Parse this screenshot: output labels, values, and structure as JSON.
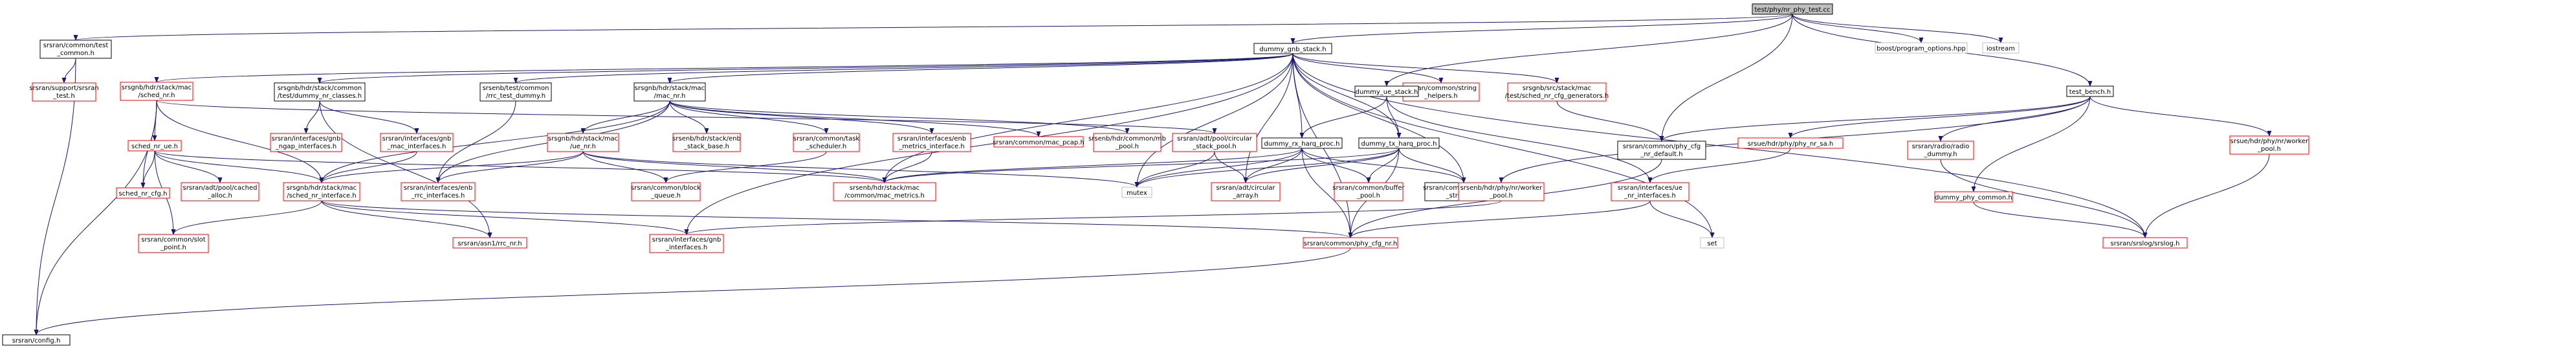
{
  "nodes": [
    {
      "id": "root",
      "lines": [
        "test/phy/nr_phy_test.cc"
      ],
      "style": "root"
    },
    {
      "id": "common_h",
      "lines": [
        "srsran/common/test",
        "_common.h"
      ],
      "style": "bk"
    },
    {
      "id": "support",
      "lines": [
        "srsran/support/srsran",
        "_test.h"
      ],
      "style": "rd"
    },
    {
      "id": "config",
      "lines": [
        "srsran/config.h"
      ],
      "style": "bk"
    },
    {
      "id": "dgnb",
      "lines": [
        "dummy_gnb_stack.h"
      ],
      "style": "bk"
    },
    {
      "id": "schednr",
      "lines": [
        "srsgnb/hdr/stack/mac",
        "/sched_nr.h"
      ],
      "style": "rd"
    },
    {
      "id": "dnrcls",
      "lines": [
        "srsgnb/hdr/stack/common",
        "/test/dummy_nr_classes.h"
      ],
      "style": "bk"
    },
    {
      "id": "rrcdummy",
      "lines": [
        "srsenb/test/common",
        "/rrc_test_dummy.h"
      ],
      "style": "bk"
    },
    {
      "id": "macnr",
      "lines": [
        "srsgnb/hdr/stack/mac",
        "/mac_nr.h"
      ],
      "style": "bk"
    },
    {
      "id": "strh",
      "lines": [
        "srsran/common/string",
        "_helpers.h"
      ],
      "style": "rd"
    },
    {
      "id": "cfggen",
      "lines": [
        "srsgnb/src/stack/mac",
        "/test/sched_nr_cfg_generators.h"
      ],
      "style": "rd"
    },
    {
      "id": "boost",
      "lines": [
        "boost/program_options.hpp"
      ],
      "style": "gy"
    },
    {
      "id": "iostream",
      "lines": [
        "iostream"
      ],
      "style": "gy"
    },
    {
      "id": "duestack",
      "lines": [
        "dummy_ue_stack.h"
      ],
      "style": "bk"
    },
    {
      "id": "testbench",
      "lines": [
        "test_bench.h"
      ],
      "style": "bk"
    },
    {
      "id": "schedue",
      "lines": [
        "sched_nr_ue.h"
      ],
      "style": "rd"
    },
    {
      "id": "ngap",
      "lines": [
        "srsran/interfaces/gnb",
        "_ngap_interfaces.h"
      ],
      "style": "rd"
    },
    {
      "id": "gnbmac",
      "lines": [
        "srsran/interfaces/gnb",
        "_mac_interfaces.h"
      ],
      "style": "rd"
    },
    {
      "id": "macue",
      "lines": [
        "srsgnb/hdr/stack/mac",
        "/ue_nr.h"
      ],
      "style": "rd"
    },
    {
      "id": "stackbase",
      "lines": [
        "srsenb/hdr/stack/enb",
        "_stack_base.h"
      ],
      "style": "rd"
    },
    {
      "id": "tasksched",
      "lines": [
        "srsran/common/task",
        "_scheduler.h"
      ],
      "style": "rd"
    },
    {
      "id": "enbmetrics",
      "lines": [
        "srsran/interfaces/enb",
        "_metrics_interface.h"
      ],
      "style": "rd"
    },
    {
      "id": "macpcap",
      "lines": [
        "srsran/common/mac_pcap.h"
      ],
      "style": "rd"
    },
    {
      "id": "mbpool",
      "lines": [
        "srsenb/hdr/common/mb",
        "_pool.h"
      ],
      "style": "rd"
    },
    {
      "id": "circpool",
      "lines": [
        "srsran/adt/pool/circular",
        "_stack_pool.h"
      ],
      "style": "rd"
    },
    {
      "id": "drxharq",
      "lines": [
        "dummy_rx_harq_proc.h"
      ],
      "style": "bk"
    },
    {
      "id": "dtxharq",
      "lines": [
        "dummy_tx_harq_proc.h"
      ],
      "style": "bk"
    },
    {
      "id": "phycfgdef",
      "lines": [
        "srsran/common/phy_cfg",
        "_nr_default.h"
      ],
      "style": "bk"
    },
    {
      "id": "physa",
      "lines": [
        "srsue/hdr/phy/phy_nr_sa.h"
      ],
      "style": "rd"
    },
    {
      "id": "ueworker",
      "lines": [
        "srsue/hdr/phy/nr/worker",
        "_pool.h"
      ],
      "style": "rd"
    },
    {
      "id": "radio",
      "lines": [
        "srsran/radio/radio",
        "_dummy.h"
      ],
      "style": "rd"
    },
    {
      "id": "phycommon",
      "lines": [
        "dummy_phy_common.h"
      ],
      "style": "rd"
    },
    {
      "id": "schedcfg",
      "lines": [
        "sched_nr_cfg.h"
      ],
      "style": "rd"
    },
    {
      "id": "cachedalloc",
      "lines": [
        "srsran/adt/pool/cached",
        "_alloc.h"
      ],
      "style": "rd"
    },
    {
      "id": "schedintf",
      "lines": [
        "srsgnb/hdr/stack/mac",
        "/sched_nr_interface.h"
      ],
      "style": "rd"
    },
    {
      "id": "enbrrc",
      "lines": [
        "srsran/interfaces/enb",
        "_rrc_interfaces.h"
      ],
      "style": "rd"
    },
    {
      "id": "macmetrics",
      "lines": [
        "srsenb/hdr/stack/mac",
        "/common/mac_metrics.h"
      ],
      "style": "rd"
    },
    {
      "id": "blockq",
      "lines": [
        "srsran/common/block",
        "_queue.h"
      ],
      "style": "rd"
    },
    {
      "id": "mutex",
      "lines": [
        "mutex"
      ],
      "style": "gy"
    },
    {
      "id": "circarray",
      "lines": [
        "srsran/adt/circular",
        "_array.h"
      ],
      "style": "rd"
    },
    {
      "id": "bufpool",
      "lines": [
        "srsran/common/buffer",
        "_pool.h"
      ],
      "style": "rd"
    },
    {
      "id": "stdstreams",
      "lines": [
        "srsran/common/standard",
        "_streams.h"
      ],
      "style": "bk"
    },
    {
      "id": "enbworker",
      "lines": [
        "srsenb/hdr/phy/nr/worker",
        "_pool.h"
      ],
      "style": "rd"
    },
    {
      "id": "ueintf",
      "lines": [
        "srsran/interfaces/ue",
        "_nr_interfaces.h"
      ],
      "style": "rd"
    },
    {
      "id": "slotpt",
      "lines": [
        "srsran/common/slot",
        "_point.h"
      ],
      "style": "rd"
    },
    {
      "id": "rrcnr",
      "lines": [
        "srsran/asn1/rrc_nr.h"
      ],
      "style": "rd"
    },
    {
      "id": "gnbintf",
      "lines": [
        "srsran/interfaces/gnb",
        "_interfaces.h"
      ],
      "style": "rd"
    },
    {
      "id": "phycfgnr",
      "lines": [
        "srsran/common/phy_cfg_nr.h"
      ],
      "style": "rd"
    },
    {
      "id": "set",
      "lines": [
        "set"
      ],
      "style": "gy"
    },
    {
      "id": "srslog",
      "lines": [
        "srsran/srslog/srslog.h"
      ],
      "style": "rd"
    }
  ],
  "edges": [
    [
      "root",
      "common_h"
    ],
    [
      "root",
      "dgnb"
    ],
    [
      "root",
      "boost"
    ],
    [
      "root",
      "iostream"
    ],
    [
      "root",
      "duestack"
    ],
    [
      "root",
      "testbench"
    ],
    [
      "root",
      "phycfgdef"
    ],
    [
      "common_h",
      "support"
    ],
    [
      "common_h",
      "config"
    ],
    [
      "dgnb",
      "schednr"
    ],
    [
      "dgnb",
      "dnrcls"
    ],
    [
      "dgnb",
      "rrcdummy"
    ],
    [
      "dgnb",
      "macnr"
    ],
    [
      "dgnb",
      "strh"
    ],
    [
      "dgnb",
      "cfggen"
    ],
    [
      "dgnb",
      "drxharq"
    ],
    [
      "dgnb",
      "dtxharq"
    ],
    [
      "dgnb",
      "macmetrics"
    ],
    [
      "dgnb",
      "gnbintf"
    ],
    [
      "dgnb",
      "mutex"
    ],
    [
      "dgnb",
      "circarray"
    ],
    [
      "dgnb",
      "stdstreams"
    ],
    [
      "dgnb",
      "phycfgnr"
    ],
    [
      "dgnb",
      "srslog"
    ],
    [
      "dgnb",
      "set"
    ],
    [
      "schednr",
      "schedue"
    ],
    [
      "schednr",
      "schedcfg"
    ],
    [
      "schednr",
      "schedintf"
    ],
    [
      "schednr",
      "config"
    ],
    [
      "schednr",
      "circpool"
    ],
    [
      "schedue",
      "schedcfg"
    ],
    [
      "schedue",
      "cachedalloc"
    ],
    [
      "schedue",
      "schedintf"
    ],
    [
      "schedue",
      "slotpt"
    ],
    [
      "schedue",
      "macmetrics"
    ],
    [
      "dnrcls",
      "ngap"
    ],
    [
      "dnrcls",
      "gnbmac"
    ],
    [
      "dnrcls",
      "rrcnr"
    ],
    [
      "gnbmac",
      "schedintf"
    ],
    [
      "rrcdummy",
      "enbrrc"
    ],
    [
      "macnr",
      "macue"
    ],
    [
      "macnr",
      "stackbase"
    ],
    [
      "macnr",
      "tasksched"
    ],
    [
      "macnr",
      "enbmetrics"
    ],
    [
      "macnr",
      "macpcap"
    ],
    [
      "macnr",
      "mbpool"
    ],
    [
      "macnr",
      "schedintf"
    ],
    [
      "macnr",
      "enbrrc"
    ],
    [
      "macue",
      "enbrrc"
    ],
    [
      "macue",
      "macmetrics"
    ],
    [
      "macue",
      "blockq"
    ],
    [
      "macue",
      "mutex"
    ],
    [
      "macue",
      "schedintf"
    ],
    [
      "tasksched",
      "blockq"
    ],
    [
      "enbmetrics",
      "macmetrics"
    ],
    [
      "circpool",
      "circarray"
    ],
    [
      "circpool",
      "mutex"
    ],
    [
      "duestack",
      "drxharq"
    ],
    [
      "duestack",
      "dtxharq"
    ],
    [
      "duestack",
      "ueintf"
    ],
    [
      "drxharq",
      "mutex"
    ],
    [
      "drxharq",
      "circarray"
    ],
    [
      "drxharq",
      "bufpool"
    ],
    [
      "drxharq",
      "stdstreams"
    ],
    [
      "drxharq",
      "macmetrics"
    ],
    [
      "drxharq",
      "phycfgnr"
    ],
    [
      "dtxharq",
      "mutex"
    ],
    [
      "dtxharq",
      "circarray"
    ],
    [
      "dtxharq",
      "bufpool"
    ],
    [
      "dtxharq",
      "stdstreams"
    ],
    [
      "dtxharq",
      "macmetrics"
    ],
    [
      "dtxharq",
      "phycfgnr"
    ],
    [
      "cfggen",
      "phycfgdef"
    ],
    [
      "phycfgdef",
      "phycfgnr"
    ],
    [
      "testbench",
      "phycfgdef"
    ],
    [
      "testbench",
      "physa"
    ],
    [
      "testbench",
      "ueworker"
    ],
    [
      "testbench",
      "radio"
    ],
    [
      "testbench",
      "phycommon"
    ],
    [
      "testbench",
      "enbworker"
    ],
    [
      "physa",
      "ueintf"
    ],
    [
      "ueworker",
      "srslog"
    ],
    [
      "radio",
      "srslog"
    ],
    [
      "phycommon",
      "srslog"
    ],
    [
      "ueintf",
      "phycfgnr"
    ],
    [
      "ueintf",
      "set"
    ],
    [
      "schedintf",
      "slotpt"
    ],
    [
      "schedintf",
      "rrcnr"
    ],
    [
      "schedintf",
      "gnbintf"
    ],
    [
      "schedintf",
      "phycfgnr"
    ],
    [
      "enbworker",
      "gnbintf"
    ],
    [
      "phycfgnr",
      "config"
    ]
  ]
}
